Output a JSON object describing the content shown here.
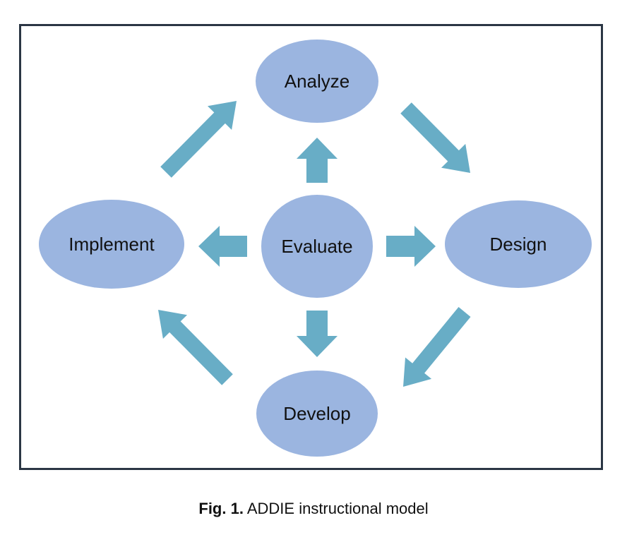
{
  "colors": {
    "node_fill": "#9bb5e0",
    "arrow_fill": "#68adc6",
    "frame_border": "#2b3644",
    "text": "#111111"
  },
  "nodes": {
    "analyze": "Analyze",
    "design": "Design",
    "develop": "Develop",
    "implement": "Implement",
    "evaluate": "Evaluate"
  },
  "arrows": [
    {
      "from": "Analyze",
      "to": "Design"
    },
    {
      "from": "Design",
      "to": "Develop"
    },
    {
      "from": "Develop",
      "to": "Implement"
    },
    {
      "from": "Implement",
      "to": "Analyze"
    },
    {
      "from": "Evaluate",
      "to": "Analyze"
    },
    {
      "from": "Evaluate",
      "to": "Design"
    },
    {
      "from": "Evaluate",
      "to": "Develop"
    },
    {
      "from": "Evaluate",
      "to": "Implement"
    }
  ],
  "caption": {
    "fig_label": "Fig. 1.",
    "text": "ADDIE instructional model"
  }
}
